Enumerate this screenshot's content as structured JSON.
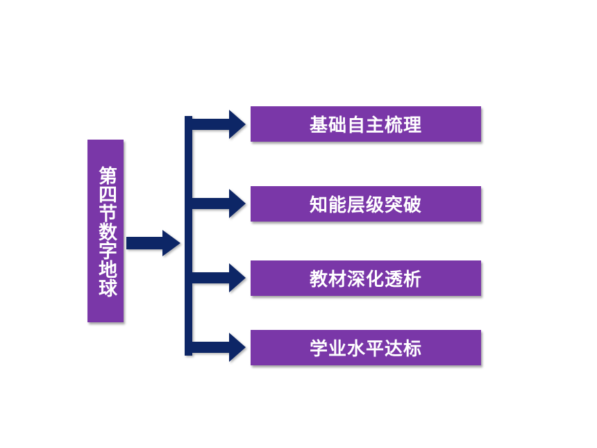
{
  "title": "第四节数字地球",
  "items": [
    {
      "label": "基础自主梳理"
    },
    {
      "label": "知能层级突破"
    },
    {
      "label": "教材深化透析"
    },
    {
      "label": "学业水平达标"
    }
  ],
  "colors": {
    "box": "#7a37a8",
    "arrow": "#0d2566",
    "text": "#ffffff"
  }
}
